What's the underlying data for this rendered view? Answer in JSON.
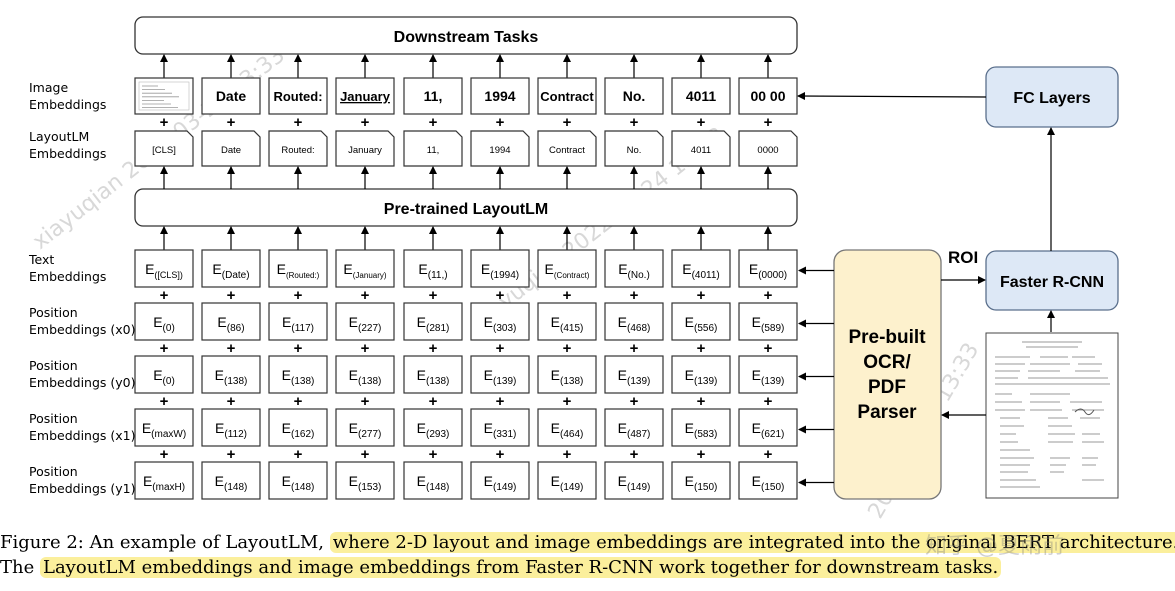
{
  "tokens": {
    "image": [
      "",
      "Date",
      "Routed:",
      "January",
      "11,",
      "1994",
      "Contract",
      "No.",
      "4011",
      "00 00"
    ],
    "layoutlm": [
      "[CLS]",
      "Date",
      "Routed:",
      "January",
      "11,",
      "1994",
      "Contract",
      "No.",
      "4011",
      "0000"
    ]
  },
  "embedding_rows": [
    {
      "label": [
        "Text",
        "Embeddings"
      ],
      "letter": "E",
      "subs": [
        "([CLS])",
        "(Date)",
        "(Routed:)",
        "(January)",
        "(11,)",
        "(1994)",
        "(Contract)",
        "(No.)",
        "(4011)",
        "(0000)"
      ]
    },
    {
      "label": [
        "Position",
        "Embeddings (x0)"
      ],
      "letter": "E",
      "subs": [
        "(0)",
        "(86)",
        "(117)",
        "(227)",
        "(281)",
        "(303)",
        "(415)",
        "(468)",
        "(556)",
        "(589)"
      ]
    },
    {
      "label": [
        "Position",
        "Embeddings (y0)"
      ],
      "letter": "E",
      "subs": [
        "(0)",
        "(138)",
        "(138)",
        "(138)",
        "(138)",
        "(139)",
        "(138)",
        "(139)",
        "(139)",
        "(139)"
      ]
    },
    {
      "label": [
        "Position",
        "Embeddings (x1)"
      ],
      "letter": "E",
      "subs": [
        "(maxW)",
        "(112)",
        "(162)",
        "(277)",
        "(293)",
        "(331)",
        "(464)",
        "(487)",
        "(583)",
        "(621)"
      ]
    },
    {
      "label": [
        "Position",
        "Embeddings (y1)"
      ],
      "letter": "E",
      "subs": [
        "(maxH)",
        "(148)",
        "(148)",
        "(153)",
        "(148)",
        "(149)",
        "(149)",
        "(149)",
        "(150)",
        "(150)"
      ]
    }
  ],
  "labels": {
    "image_embeddings": [
      "Image",
      "Embeddings"
    ],
    "layoutlm_embeddings": [
      "LayoutLM",
      "Embeddings"
    ]
  },
  "plus_sign": "+",
  "boxes": {
    "downstream": "Downstream Tasks",
    "pretrained": "Pre-trained LayoutLM",
    "fc_layers": "FC Layers",
    "faster_rcnn": "Faster R-CNN",
    "ocr_parser": [
      "Pre-built",
      "OCR/",
      "PDF",
      "Parser"
    ],
    "roi": "ROI"
  },
  "watermarks": [
    "xiayuqian 2022-03-24 13:33",
    "2022-03-24 13:33"
  ],
  "caption": {
    "line1_prefix": "Figure 2: An example of LayoutLM,",
    "line1_highlight": "where 2-D layout and image embeddings are integrated into the original BERT architecture.",
    "line2_prefix": "The",
    "line2_highlight": "LayoutLM embeddings and image embeddings from Faster R-CNN work together for downstream tasks.",
    "watermark": "知乎 @夏雨前"
  },
  "colors": {
    "box_border": "#333333",
    "box_fill": "#ffffff",
    "blue_fill": "#dde8f6",
    "blue_border": "#5a6f8c",
    "ocr_fill": "#fdf1cd",
    "ocr_border": "#777777",
    "caption_highlight": "#fbef9c"
  }
}
